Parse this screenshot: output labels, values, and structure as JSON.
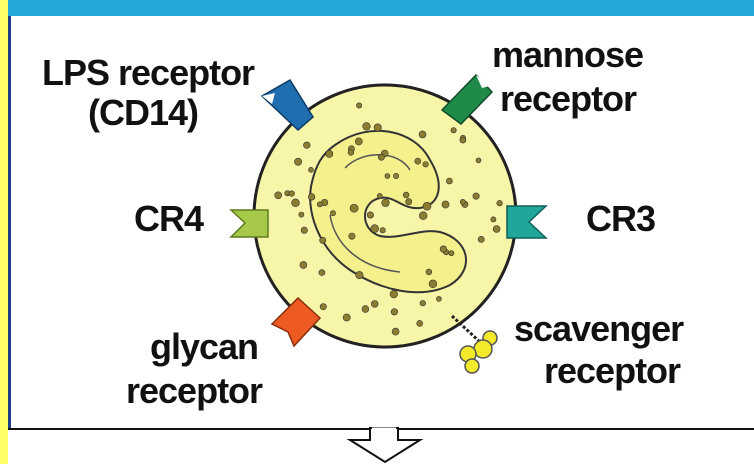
{
  "colors": {
    "page_background": "#ffff66",
    "header_bar": "#22a7d9",
    "cell_fill": "#f7f5a8",
    "granule": "#8a7d30",
    "lps_receptor": "#1f6fb0",
    "mannose_receptor": "#1f8a4a",
    "cr4": "#a6c94a",
    "cr3": "#21a79a",
    "glycan_receptor": "#ee5b22",
    "scavenger_receptor": "#f3ea2c"
  },
  "labels": {
    "lps_line1": "LPS receptor",
    "lps_line2": "(CD14)",
    "mannose_line1": "mannose",
    "mannose_line2": "receptor",
    "cr4": "CR4",
    "cr3": "CR3",
    "glycan_line1": "glycan",
    "glycan_line2": "receptor",
    "scavenger_line1": "scavenger",
    "scavenger_line2": "receptor"
  },
  "icons": {
    "down_arrow": "down-arrow-icon"
  }
}
